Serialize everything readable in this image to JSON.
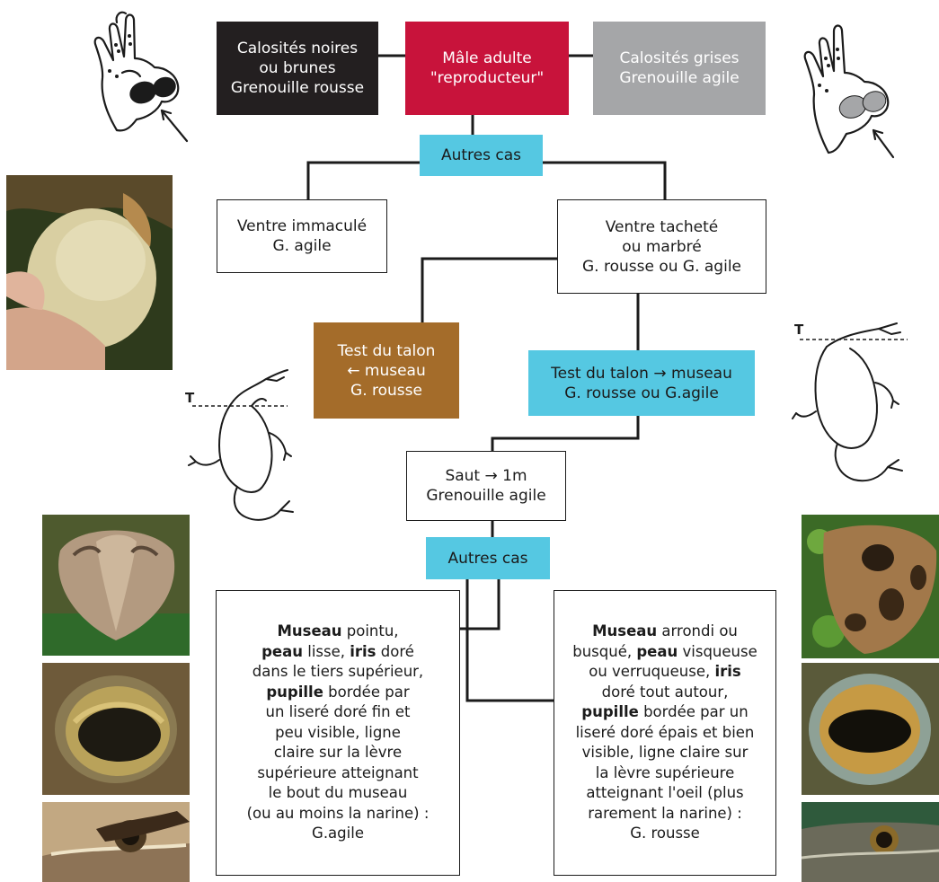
{
  "nodes": {
    "black_callus": {
      "lines": [
        "Calosités noires",
        "ou brunes",
        "Grenouille rousse"
      ]
    },
    "male_adult": {
      "lines": [
        "Mâle adulte",
        "\"reproducteur\""
      ]
    },
    "grey_callus": {
      "lines": [
        "Calosités grises",
        "Grenouille agile"
      ]
    },
    "other_cases_1": {
      "lines": [
        "Autres cas"
      ]
    },
    "belly_plain": {
      "lines": [
        "Ventre immaculé",
        "G. agile"
      ]
    },
    "belly_spotted": {
      "lines": [
        "Ventre tacheté",
        "ou marbré",
        "G. rousse ou G. agile"
      ]
    },
    "heel_short": {
      "lines": [
        "Test du talon",
        "← museau",
        "G. rousse"
      ]
    },
    "heel_long": {
      "lines": [
        "Test du talon → museau",
        "G. rousse ou  G.agile"
      ]
    },
    "jump": {
      "lines": [
        "Saut  → 1m",
        "Grenouille agile"
      ]
    },
    "other_cases_2": {
      "lines": [
        "Autres cas"
      ]
    }
  },
  "agile_description": {
    "lines": [
      [
        {
          "b": "Museau"
        },
        {
          "t": " pointu,"
        }
      ],
      [
        {
          "b": "peau"
        },
        {
          "t": " lisse, "
        },
        {
          "b": "iris"
        },
        {
          "t": " doré"
        }
      ],
      [
        {
          "t": "dans le tiers supérieur,"
        }
      ],
      [
        {
          "b": "pupille"
        },
        {
          "t": " bordée par"
        }
      ],
      [
        {
          "t": "un liseré doré fin et"
        }
      ],
      [
        {
          "t": "peu visible, ligne"
        }
      ],
      [
        {
          "t": "claire sur la lèvre"
        }
      ],
      [
        {
          "t": "supérieure atteignant"
        }
      ],
      [
        {
          "t": "le bout du museau"
        }
      ],
      [
        {
          "t": "(ou au moins la narine) :"
        }
      ],
      [
        {
          "t": "G.agile"
        }
      ]
    ]
  },
  "rousse_description": {
    "lines": [
      [
        {
          "b": "Museau"
        },
        {
          "t": " arrondi ou"
        }
      ],
      [
        {
          "t": "busqué, "
        },
        {
          "b": "peau"
        },
        {
          "t": " visqueuse"
        }
      ],
      [
        {
          "t": "ou verruqueuse, "
        },
        {
          "b": "iris"
        }
      ],
      [
        {
          "t": "doré tout autour,"
        }
      ],
      [
        {
          "b": "pupille"
        },
        {
          "t": " bordée par un"
        }
      ],
      [
        {
          "t": "liseré doré épais et bien"
        }
      ],
      [
        {
          "t": "visible, ligne claire sur"
        }
      ],
      [
        {
          "t": "la lèvre supérieure"
        }
      ],
      [
        {
          "t": "atteignant l'oeil (plus"
        }
      ],
      [
        {
          "t": "rarement la narine) :"
        }
      ],
      [
        {
          "t": "G. rousse"
        }
      ]
    ]
  },
  "sketch_labels": {
    "heel_marker": "T"
  },
  "colors": {
    "black": "#231f20",
    "red": "#c8133b",
    "grey": "#a5a6a8",
    "cyan": "#55c8e2",
    "brown": "#a46c2a",
    "line": "#1b1b1b"
  },
  "icons": [
    "frog-hand-black-callus-icon",
    "frog-hand-grey-callus-icon",
    "frog-belly-photo",
    "frog-heel-test-short-sketch",
    "frog-heel-test-long-sketch",
    "agile-snout-photo",
    "agile-eye-photo",
    "agile-lip-photo",
    "rousse-head-photo",
    "rousse-eye-photo",
    "rousse-lip-photo"
  ]
}
